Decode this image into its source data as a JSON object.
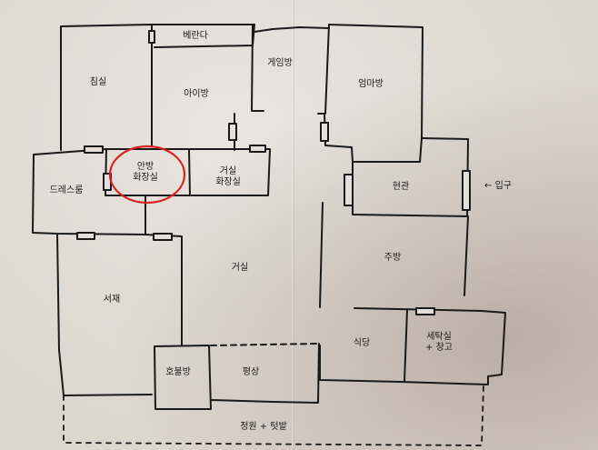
{
  "diagram": {
    "type": "hand-drawn floor plan",
    "colors": {
      "paper": "#e4dfd8",
      "ink": "#1a1a1a",
      "highlight_circle": "#d92323"
    },
    "rooms": [
      {
        "id": "master_bedroom",
        "label": "침실"
      },
      {
        "id": "balcony",
        "label": "베란다"
      },
      {
        "id": "kids_room",
        "label": "아이방"
      },
      {
        "id": "game_room",
        "label": "게임방"
      },
      {
        "id": "moms_room",
        "label": "엄마방"
      },
      {
        "id": "dressroom",
        "label": "드레스룸"
      },
      {
        "id": "inner_bathroom",
        "label_line1": "안방",
        "label_line2": "화장실",
        "highlighted": true
      },
      {
        "id": "living_bathroom",
        "label_line1": "거실",
        "label_line2": "화장실"
      },
      {
        "id": "entrance",
        "label": "현관"
      },
      {
        "id": "entry_arrow",
        "label": "← 입구"
      },
      {
        "id": "living_room",
        "label": "거실"
      },
      {
        "id": "kitchen",
        "label": "주방"
      },
      {
        "id": "study",
        "label": "서재"
      },
      {
        "id": "dining",
        "label": "식당"
      },
      {
        "id": "laundry_storage",
        "label_line1": "세탁실",
        "label_line2": "+ 창고"
      },
      {
        "id": "sunroom",
        "label": "호불방"
      },
      {
        "id": "deck",
        "label": "평상"
      },
      {
        "id": "garden",
        "label": "정원 + 텃밭"
      }
    ]
  }
}
